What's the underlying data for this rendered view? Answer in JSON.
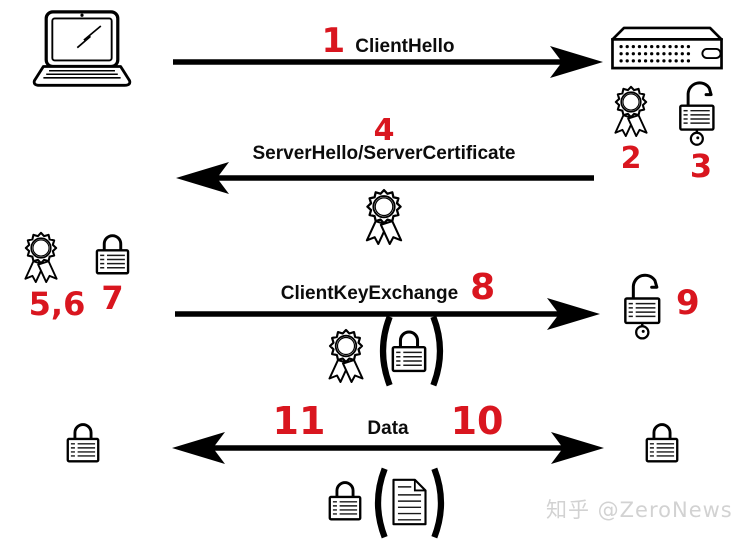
{
  "palette": {
    "red": "#d9161f",
    "black": "#000000",
    "watermark_gray": "#d2d2d2",
    "background": "#ffffff"
  },
  "icons": {
    "client": "laptop-icon",
    "server": "server-icon",
    "certificate": "certificate-icon",
    "lock_closed": "lock-closed-icon",
    "lock_open": "lock-open-icon",
    "document": "document-icon"
  },
  "messages": {
    "client_hello": {
      "step": "1",
      "label": "ClientHello",
      "direction": "client-to-server"
    },
    "server_hello": {
      "step": "4",
      "label": "ServerHello/ServerCertificate",
      "direction": "server-to-client"
    },
    "client_key_exchange": {
      "step": "8",
      "label": "ClientKeyExchange",
      "direction": "client-to-server"
    },
    "data": {
      "step_reply": "11",
      "label": "Data",
      "step_send": "10",
      "direction": "both"
    }
  },
  "steps": {
    "server_certificate": "2",
    "server_lock": "3",
    "client_certificate_checks": "5,6",
    "client_lock": "7",
    "server_session_key": "9"
  },
  "watermark": "知乎 @ZeroNews"
}
